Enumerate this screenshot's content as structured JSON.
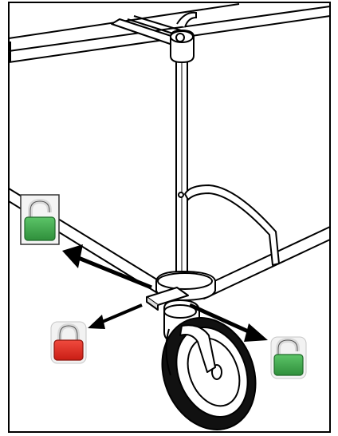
{
  "figure": {
    "subject": "caster-wheel-brake-pedal",
    "background_color": "#ffffff",
    "line_color": "#000000"
  },
  "icons": [
    {
      "name": "unlocked-padlock-icon",
      "state": "unlocked",
      "color": "#3aa548",
      "framed": true
    },
    {
      "name": "locked-padlock-icon",
      "state": "locked",
      "color": "#e1251b",
      "framed": false
    },
    {
      "name": "unlocked-padlock-icon",
      "state": "unlocked",
      "color": "#3aa548",
      "framed": false
    }
  ],
  "arrows": [
    {
      "name": "unlock-direction-arrow",
      "points_to": "unlocked-padlock-icon"
    },
    {
      "name": "lock-direction-arrow",
      "points_to": "locked-padlock-icon"
    },
    {
      "name": "neutral-direction-arrow",
      "points_to": "unlocked-padlock-icon"
    }
  ]
}
